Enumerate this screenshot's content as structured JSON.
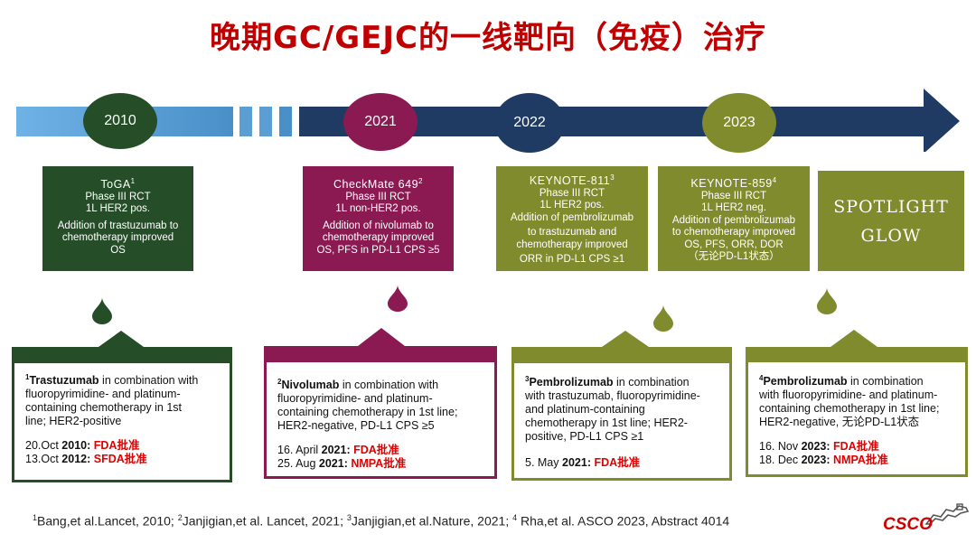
{
  "title": "晚期GC/GEJC的一线靶向（免疫）治疗",
  "colors": {
    "dark_green": "#254e28",
    "magenta": "#8b1a52",
    "olive": "#7f8b2d",
    "navy": "#1f3b63",
    "light_blue": "#5aa0d4",
    "red": "#e00000"
  },
  "years": [
    "2010",
    "2021",
    "2022",
    "2023"
  ],
  "top_boxes": [
    {
      "name": "ToGA",
      "sup": "1",
      "lines": [
        "Phase III RCT",
        "1L HER2 pos.",
        "Addition of trastuzumab to",
        "chemotherapy improved",
        "OS"
      ]
    },
    {
      "name": "CheckMate 649",
      "sup": "2",
      "lines": [
        "Phase III RCT",
        "1L non-HER2 pos.",
        "Addition of nivolumab to",
        "chemotherapy improved",
        "OS, PFS in PD-L1 CPS ≥5"
      ]
    },
    {
      "name": "KEYNOTE-811",
      "sup": "3",
      "lines": [
        "Phase III RCT",
        "1L HER2 pos.",
        "Addition of pembrolizumab",
        "to trastuzumab and",
        "chemotherapy improved",
        "ORR in PD-L1 CPS ≥1"
      ]
    },
    {
      "name": "KEYNOTE-859",
      "sup": "4",
      "lines": [
        "Phase III RCT",
        "1L HER2 neg.",
        "Addition of pembrolizumab",
        "to chemotherapy improved",
        "OS, PFS, ORR, DOR",
        "（无论PD-L1状态）"
      ]
    }
  ],
  "spotlight": [
    "SPOTLIGHT",
    "GLOW"
  ],
  "cards": [
    {
      "sup": "1",
      "drug": "Trastuzumab",
      "lines": [
        " in combination with",
        "fluoropyrimidine- and platinum-",
        "containing chemotherapy in 1st",
        "line; HER2-positive"
      ],
      "approvals": [
        {
          "date": "20.Oct ",
          "year": "2010",
          "agency": "FDA批准"
        },
        {
          "date": "13.Oct ",
          "year": "2012",
          "agency": "SFDA批准"
        }
      ]
    },
    {
      "sup": "2",
      "drug": "Nivolumab",
      "lines": [
        " in combination with",
        "fluoropyrimidine- and platinum-",
        "containing chemotherapy in 1st line;",
        "HER2-negative, PD-L1 CPS ≥5"
      ],
      "approvals": [
        {
          "date": "16. April ",
          "year": "2021",
          "agency": "FDA批准"
        },
        {
          "date": "25. Aug ",
          "year": "2021",
          "agency": "NMPA批准"
        }
      ]
    },
    {
      "sup": "3",
      "drug": "Pembrolizumab",
      "lines": [
        " in combination",
        "with trastuzumab, fluoropyrimidine-",
        "and platinum-containing",
        "chemotherapy in 1st line; HER2-",
        "positive, PD-L1 CPS ≥1"
      ],
      "approvals": [
        {
          "date": "5. May ",
          "year": "2021",
          "agency": "FDA批准"
        }
      ]
    },
    {
      "sup": "4",
      "drug": "Pembrolizumab",
      "lines": [
        " in combination",
        "with fluoropyrimidine- and platinum-",
        "containing chemotherapy in 1st line;",
        "HER2-negative, 无论PD-L1状态"
      ],
      "approvals": [
        {
          "date": "16. Nov ",
          "year": "2023",
          "agency": "FDA批准"
        },
        {
          "date": "18. Dec ",
          "year": "2023",
          "agency": "NMPA批准"
        }
      ]
    }
  ],
  "footer": {
    "refs": [
      {
        "sup": "1",
        "text": "Bang,et al.Lancet, 2010; "
      },
      {
        "sup": "2",
        "text": "Janjigian,et al. Lancet, 2021; "
      },
      {
        "sup": "3",
        "text": "Janjigian,et al.Nature, 2021; "
      },
      {
        "sup": "4",
        "text": " Rha,et al. ASCO 2023, Abstract 4014"
      }
    ]
  },
  "logo": "CSCO"
}
